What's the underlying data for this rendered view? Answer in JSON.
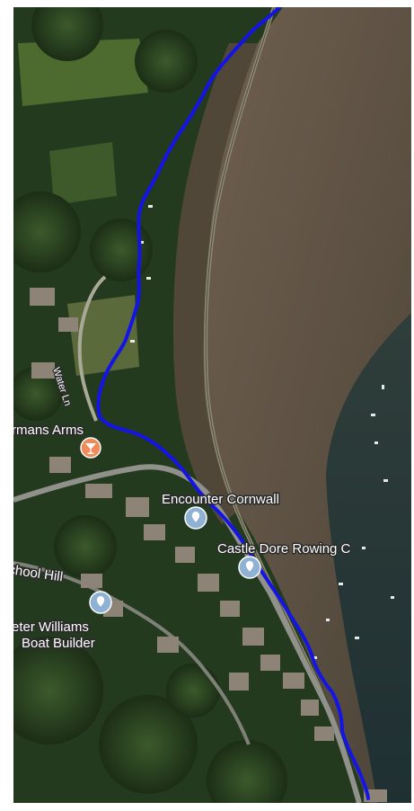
{
  "map": {
    "type": "satellite",
    "route": {
      "color": "#1414e6"
    },
    "places": [
      {
        "name": "rmans Arms",
        "icon": "cocktail-icon",
        "color": "#f08a5a"
      },
      {
        "name": "Encounter Cornwall",
        "icon": "place-pin-icon",
        "color": "#8fb1d3"
      },
      {
        "name": "Castle Dore Rowing C",
        "icon": "place-pin-icon",
        "color": "#8fb1d3"
      },
      {
        "name": "eter Williams",
        "name2": "Boat Builder",
        "icon": "place-pin-icon",
        "color": "#8fb1d3"
      }
    ],
    "roads": [
      {
        "name": "Water Ln"
      },
      {
        "name": "chool Hill"
      }
    ]
  }
}
